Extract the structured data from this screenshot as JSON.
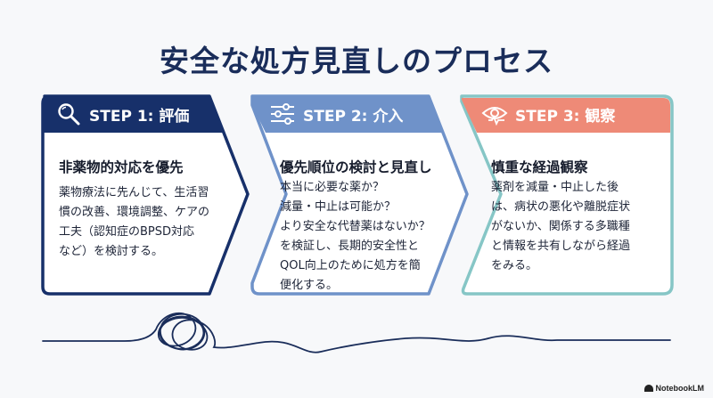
{
  "title": "安全な処方見直しのプロセス",
  "colors": {
    "step1": "#17306a",
    "step2": "#6f92c9",
    "step3": "#ee8a77",
    "step3_border": "#86c6c6",
    "line": "#1a2d5a"
  },
  "steps": [
    {
      "head": "STEP 1: 評価",
      "icon": "magnifier-icon",
      "title": "非薬物的対応を優先",
      "body": "薬物療法に先んじて、生活習\n慣の改善、環境調整、ケアの\n工夫（認知症のBPSD対応\nなど）を検討する。"
    },
    {
      "head": "STEP 2: 介入",
      "icon": "sliders-icon",
      "title": "優先順位の検討と見直し",
      "body": "本当に必要な薬か？\n減量・中止は可能か？\nより安全な代替薬はないか？\nを検証し、長期的安全性と\nQOL向上のために処方を簡\n便化する。"
    },
    {
      "head": "STEP 3: 観察",
      "icon": "eye-heartbeat-icon",
      "title": "慎重な経過観察",
      "body": "薬剤を減量・中止した後\nは、病状の悪化や離脱症状\nがないか、関係する多職種\nと情報を共有しながら経過\nをみる。"
    }
  ],
  "brand": "NotebookLM"
}
